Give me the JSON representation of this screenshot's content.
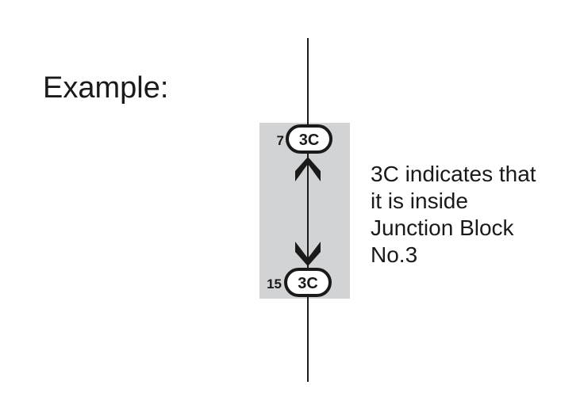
{
  "heading": "Example:",
  "top_connector": {
    "pin": "7",
    "block": "3C"
  },
  "bottom_connector": {
    "pin": "15",
    "block": "3C"
  },
  "description_lines": [
    "3C indicates that",
    "it is inside",
    "Junction Block",
    "No.3"
  ],
  "colors": {
    "line": "#1a1a1a",
    "shaded_area": "#d2d3d5",
    "text": "#1a1a1a"
  }
}
